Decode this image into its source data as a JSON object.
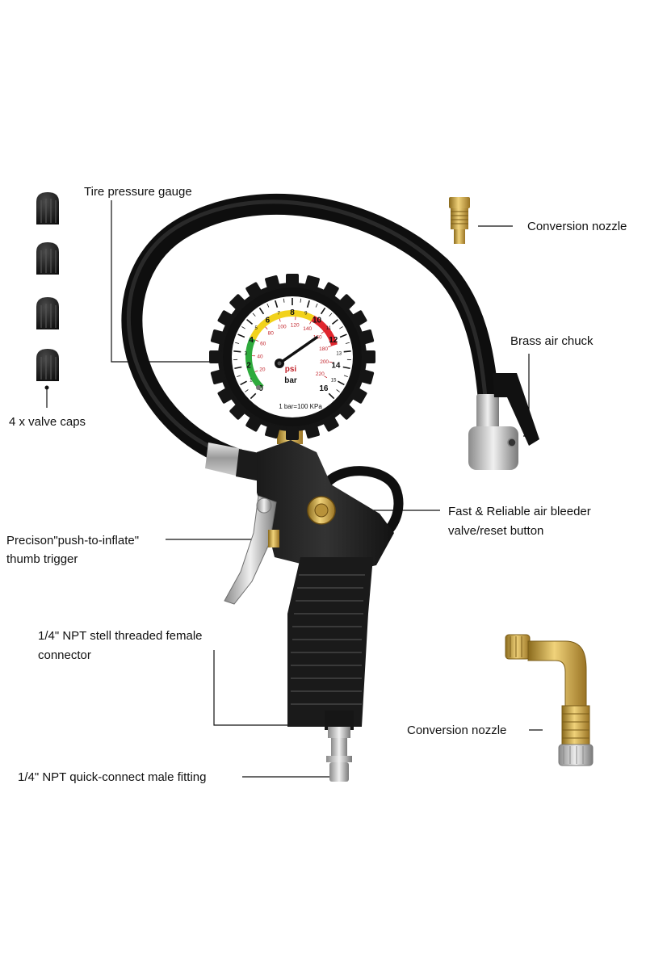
{
  "labels": {
    "tire_pressure_gauge": "Tire pressure gauge",
    "conversion_nozzle_top": "Conversion nozzle",
    "brass_air_chuck": "Brass air chuck",
    "valve_caps": "4 x valve caps",
    "bleeder_line1": "Fast & Reliable air bleeder",
    "bleeder_line2": "valve/reset button",
    "trigger_line1": "Precison\"push-to-inflate\"",
    "trigger_line2": "thumb trigger",
    "female_line1": "1/4\" NPT stell threaded female",
    "female_line2": "connector",
    "conversion_nozzle_bottom": "Conversion nozzle",
    "male_fitting": "1/4\" NPT quick-connect male fitting"
  },
  "gauge": {
    "bar_ticks": [
      "0",
      "1",
      "2",
      "3",
      "4",
      "5",
      "6",
      "7",
      "8",
      "9",
      "10",
      "11",
      "12",
      "13",
      "14",
      "15",
      "16"
    ],
    "psi_ticks": [
      "20",
      "40",
      "60",
      "80",
      "100",
      "120",
      "140",
      "160",
      "180",
      "200",
      "220"
    ],
    "unit_psi": "psi",
    "unit_bar": "bar",
    "conversion_note": "1 bar=100 KPa",
    "colors": {
      "green": "#2eaa3c",
      "yellow": "#f2d21b",
      "red": "#e0252d"
    }
  },
  "valve_cap_count": 4
}
